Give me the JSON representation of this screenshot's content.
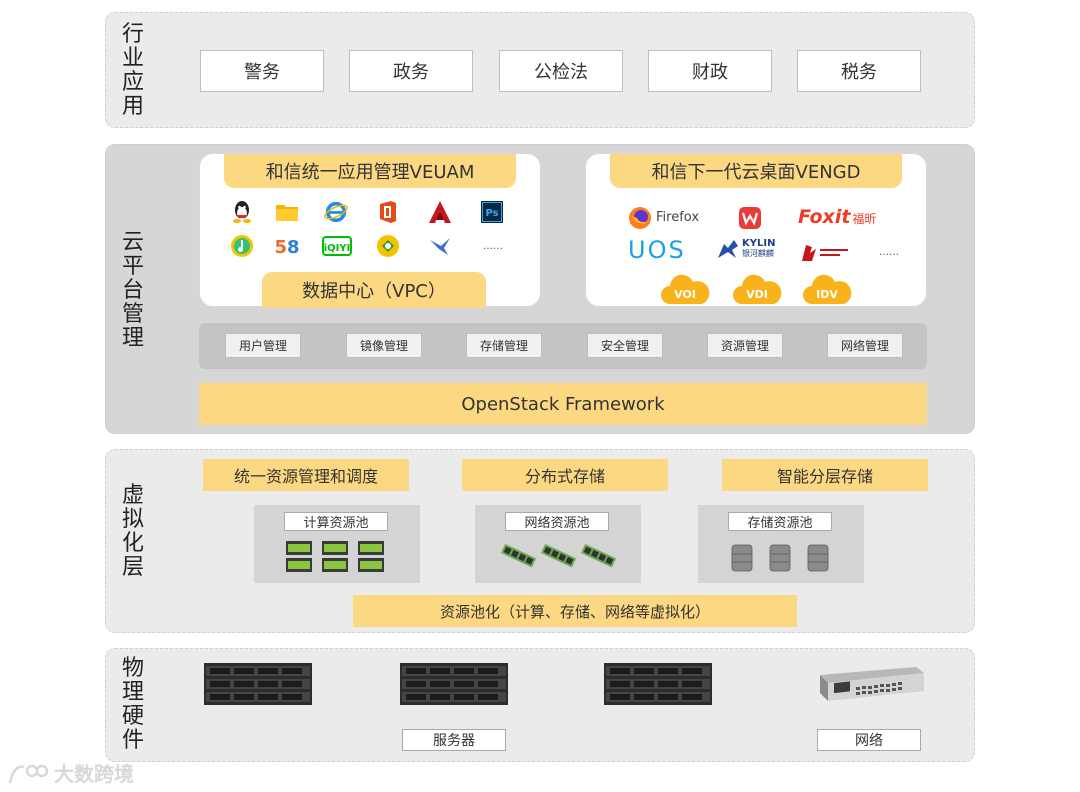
{
  "layers": {
    "app": {
      "title": "行业应用",
      "items": [
        "警务",
        "政务",
        "公检法",
        "财政",
        "税务"
      ]
    },
    "cloud": {
      "title": "云平台管理",
      "veuam": {
        "title": "和信统一应用管理VEUAM",
        "datacenter": "数据中心（VPC）",
        "more": "……"
      },
      "vengd": {
        "title": "和信下一代云桌面VENGD",
        "firefox": "Firefox",
        "foxit": "Foxit",
        "foxit_cn": "福昕",
        "uos": "UOS",
        "kylin": "KYLIN",
        "kylin_cn": "银河麒麟",
        "more": "……",
        "clouds": [
          "VOI",
          "VDI",
          "IDV"
        ]
      },
      "management": [
        "用户管理",
        "镜像管理",
        "存储管理",
        "安全管理",
        "资源管理",
        "网络管理"
      ],
      "framework": "OpenStack Framework"
    },
    "virtual": {
      "title": "虚拟化层",
      "top": [
        "统一资源管理和调度",
        "分布式存储",
        "智能分层存储"
      ],
      "pools": [
        "计算资源池",
        "网络资源池",
        "存储资源池"
      ],
      "bottom": "资源池化（计算、存储、网络等虚拟化）"
    },
    "physical": {
      "title": "物理硬件",
      "server_label": "服务器",
      "network_label": "网络"
    }
  },
  "watermark": "大数跨境",
  "colors": {
    "accent": "#fdd882",
    "panel": "#d6d6d6",
    "layer": "#ebebeb"
  }
}
